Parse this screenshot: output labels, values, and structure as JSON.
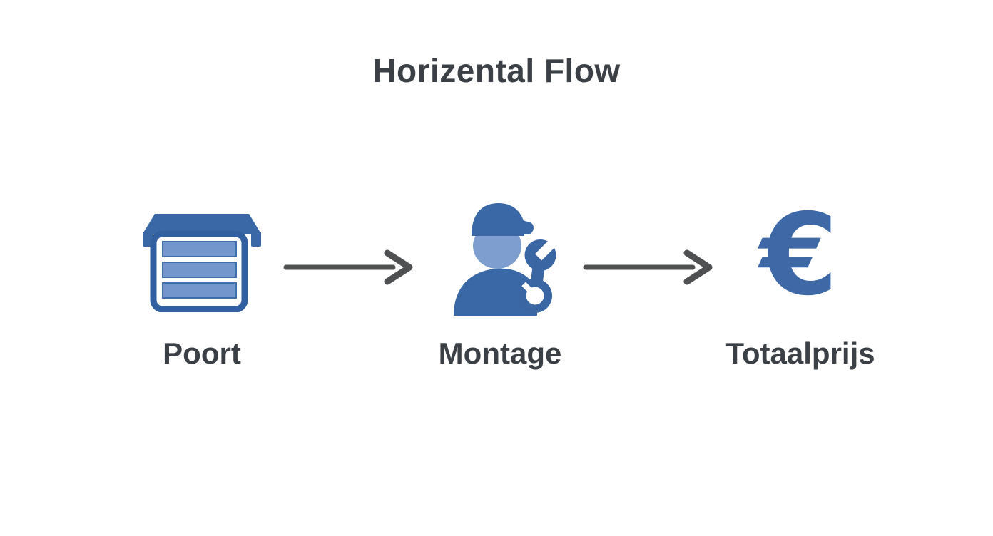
{
  "title": "Horizental Flow",
  "flow": {
    "nodes": [
      {
        "label": "Poort",
        "icon": "garage-door-icon"
      },
      {
        "label": "Montage",
        "icon": "installer-wrench-icon"
      },
      {
        "label": "Totaalprijs",
        "icon": "euro-icon",
        "glyph": "€"
      }
    ],
    "arrow_count": 2
  },
  "colors": {
    "icon_primary_blue": "#3a68a7",
    "icon_light_blue": "#7e9ecf",
    "slat_blue": "#7397cd",
    "euro_blue": "#3e69a6",
    "arrow_gray": "#4e5052",
    "text_dark": "#3b4046",
    "background": "#ffffff"
  }
}
